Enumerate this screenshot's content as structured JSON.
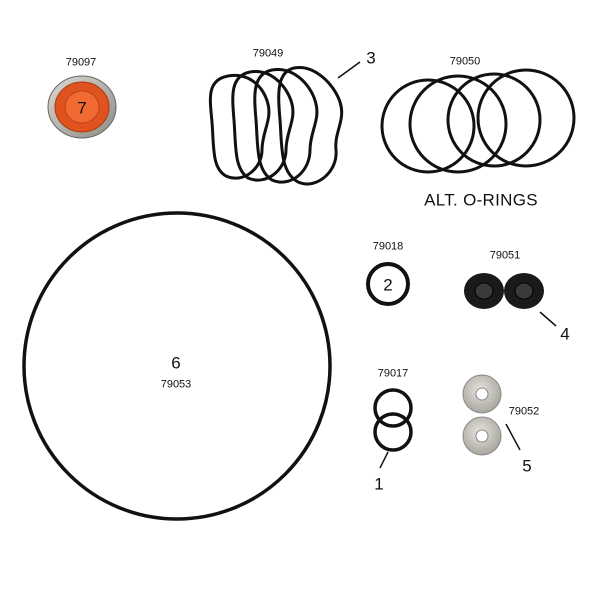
{
  "parts": [
    {
      "id": "seal",
      "callout": "7",
      "part_number": "79097"
    },
    {
      "id": "gaskets",
      "callout": "3",
      "part_number": "79049"
    },
    {
      "id": "alt-orings",
      "part_number": "79050",
      "caption": "ALT. O-RINGS"
    },
    {
      "id": "large-oring",
      "callout": "6",
      "part_number": "79053"
    },
    {
      "id": "small-oring",
      "callout": "2",
      "part_number": "79018"
    },
    {
      "id": "bushings",
      "callout": "4",
      "part_number": "79051"
    },
    {
      "id": "double-oring",
      "callout": "1",
      "part_number": "79017"
    },
    {
      "id": "washers",
      "callout": "5",
      "part_number": "79052"
    }
  ],
  "colors": {
    "rubber": "#111111",
    "seal_orange": "#e0531f",
    "seal_metal": "#b9b6ae",
    "washer_metal": "#cfccc4",
    "ink": "#111111",
    "background": "#ffffff"
  }
}
